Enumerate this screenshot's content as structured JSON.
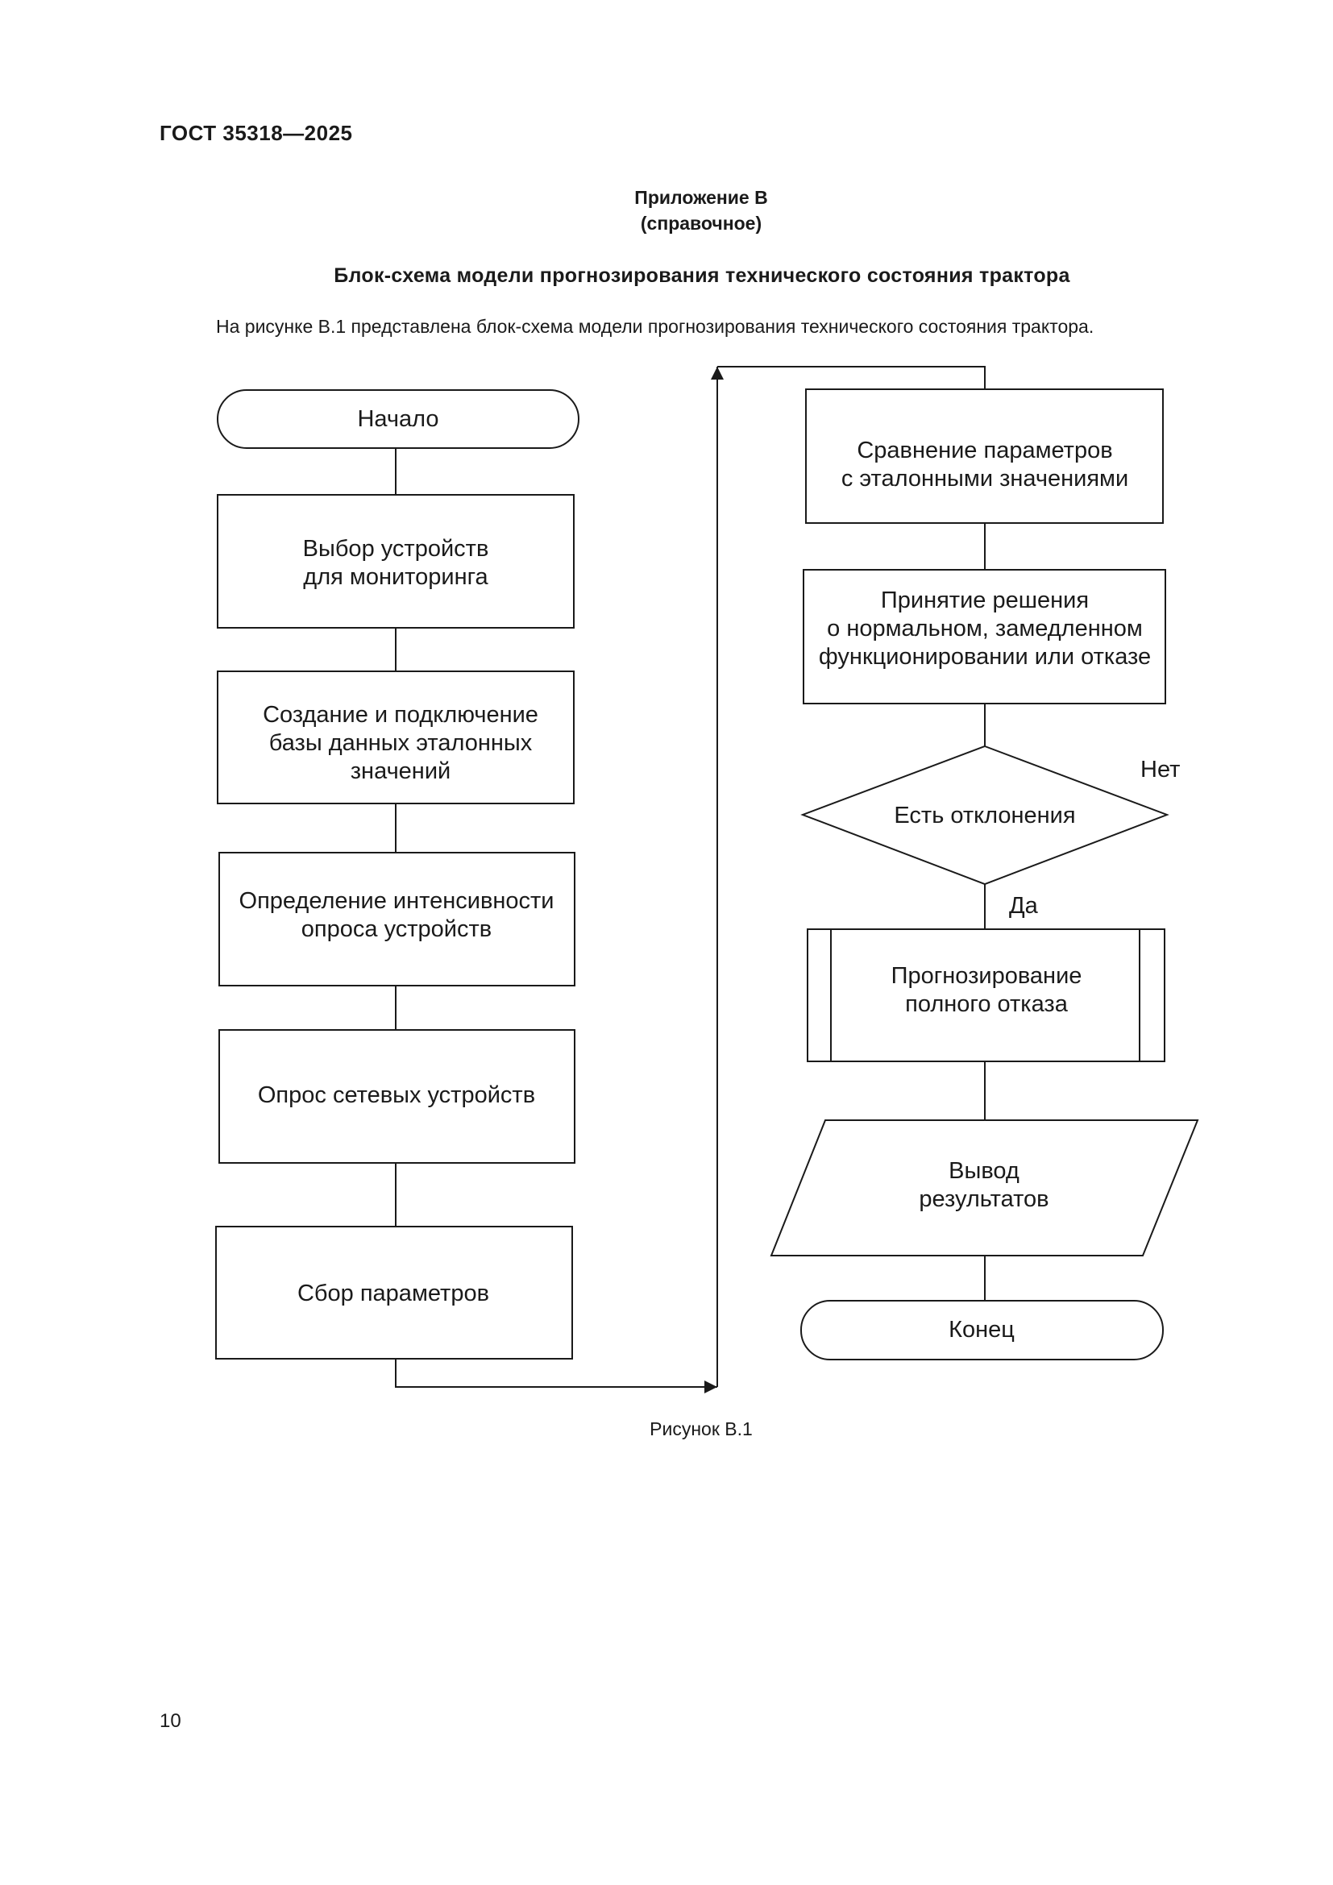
{
  "header": {
    "standard": "ГОСТ 35318—2025"
  },
  "appendix": {
    "title": "Приложение В",
    "subtitle": "(справочное)"
  },
  "section_heading": "Блок-схема модели прогнозирования технического состояния трактора",
  "intro_text": "На рисунке В.1 представлена блок-схема модели прогнозирования технического состояния трактора.",
  "flowchart": {
    "start": "Начало",
    "select_devices": [
      "Выбор устройств",
      "для мониторинга"
    ],
    "create_db": [
      "Создание и подключение",
      "базы данных эталонных",
      "значений"
    ],
    "polling_rate": [
      "Определение интенсивности",
      "опроса устройств"
    ],
    "poll_devices": "Опрос сетевых устройств",
    "collect_params": "Сбор параметров",
    "compare_params": [
      "Сравнение параметров",
      "с эталонными значениями"
    ],
    "decision_making": [
      "Принятие решения",
      "о нормальном, замедленном",
      "функционировании или отказе"
    ],
    "deviation_check": "Есть отклонения",
    "branch_no": "Нет",
    "branch_yes": "Да",
    "forecast_failure": [
      "Прогнозирование",
      "полного отказа"
    ],
    "output_results": [
      "Вывод",
      "результатов"
    ],
    "end": "Конец"
  },
  "figure_caption": "Рисунок В.1",
  "page_number": "10"
}
